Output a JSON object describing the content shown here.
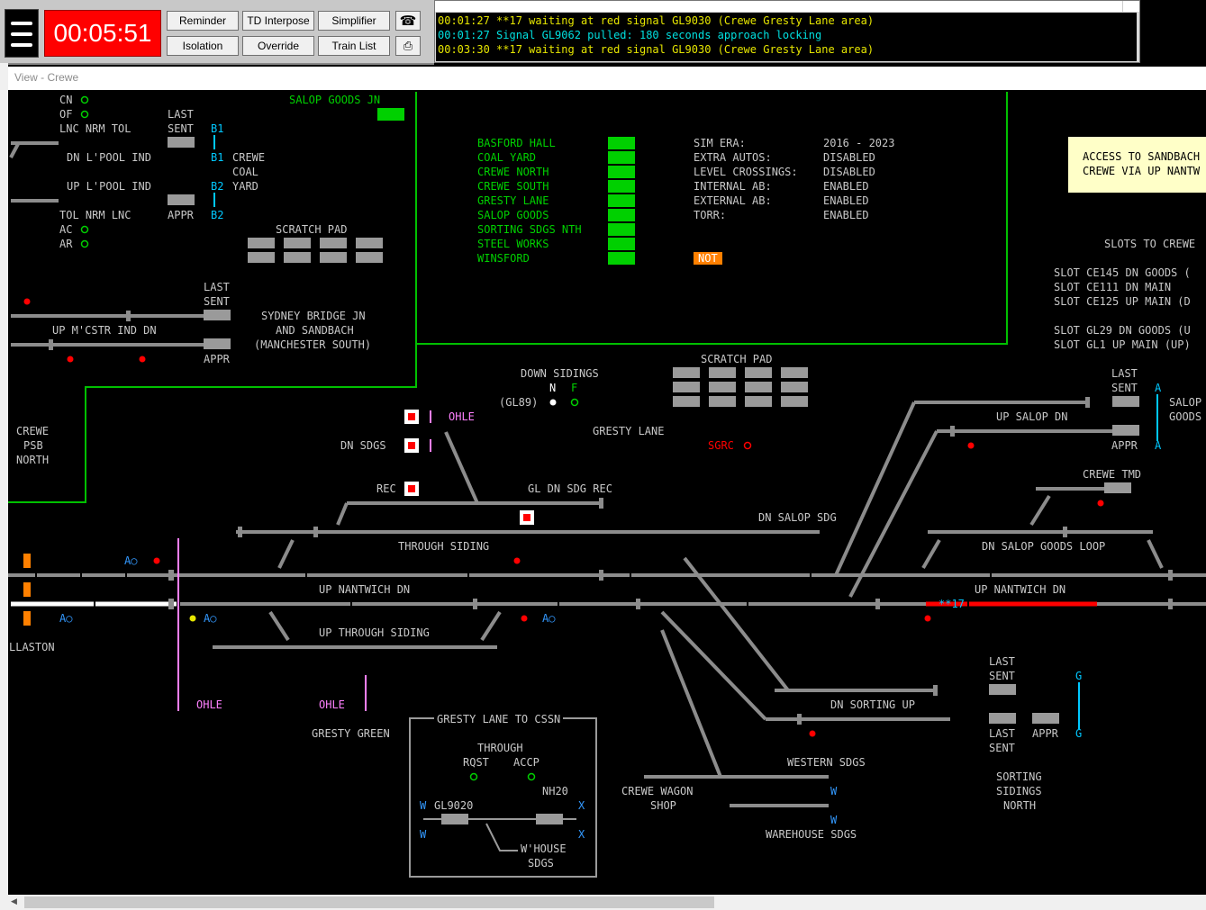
{
  "toolbar": {
    "clock": "00:05:51",
    "buttons": [
      "Reminder",
      "TD Interpose",
      "Simplifier",
      "Isolation",
      "Override",
      "Train List"
    ]
  },
  "messages": [
    {
      "text": "00:01:27 **17 waiting at red signal GL9030 (Crewe Gresty Lane area)",
      "color": "#e6e600"
    },
    {
      "text": "00:01:27 Signal GL9062 pulled: 180 seconds approach locking",
      "color": "#00e0e0"
    },
    {
      "text": "00:03:30 **17 waiting at red signal GL9030 (Crewe Gresty Lane area)",
      "color": "#e6e600"
    }
  ],
  "view": {
    "title": "View - Crewe"
  },
  "panel_left": {
    "cn": "CN",
    "of": "OF",
    "headers": "LNC NRM TOL",
    "last": "LAST",
    "sent": "SENT",
    "b1": "B1",
    "b2": "B2",
    "dn_lpool": "DN L'POOL IND",
    "up_lpool": "UP L'POOL IND",
    "crewe": "CREWE",
    "coal": "COAL",
    "yard": "YARD",
    "tol_nrm_lnc": "TOL NRM LNC",
    "appr": "APPR",
    "ac": "AC",
    "ar": "AR",
    "scratch": "SCRATCH PAD",
    "salop_goods_jn": "SALOP GOODS JN",
    "up_mcstr": "UP M'CSTR IND DN",
    "sydney1": "SYDNEY BRIDGE JN",
    "sydney2": "AND SANDBACH",
    "sydney3": "(MANCHESTER SOUTH)",
    "crewe_psb": [
      "CREWE",
      "PSB",
      "NORTH"
    ]
  },
  "status": {
    "areas": [
      "BASFORD HALL",
      "COAL YARD",
      "CREWE NORTH",
      "CREWE SOUTH",
      "GRESTY LANE",
      "SALOP GOODS",
      "SORTING SDGS NTH",
      "STEEL WORKS",
      "WINSFORD"
    ],
    "rows": [
      {
        "k": "SIM ERA:",
        "v": "2016 - 2023"
      },
      {
        "k": "EXTRA AUTOS:",
        "v": "DISABLED"
      },
      {
        "k": "LEVEL CROSSINGS:",
        "v": "DISABLED"
      },
      {
        "k": "INTERNAL AB:",
        "v": "ENABLED"
      },
      {
        "k": "EXTERNAL AB:",
        "v": "ENABLED"
      },
      {
        "k": "TORR:",
        "v": "ENABLED"
      }
    ],
    "not_badge": "NOT"
  },
  "right_info": {
    "access1": "ACCESS TO SANDBACH",
    "access2": "CREWE VIA UP NANTW",
    "slots_title": "SLOTS TO CREWE",
    "slots": [
      "SLOT CE145 DN GOODS (",
      "SLOT CE111 DN MAIN",
      "SLOT CE125 UP MAIN (D",
      "",
      "SLOT GL29 DN GOODS (U",
      "SLOT GL1 UP MAIN (UP)"
    ]
  },
  "labels": {
    "down_sidings": "DOWN SIDINGS",
    "n": "N",
    "f": "F",
    "gl89": "(GL89)",
    "scratch2": "SCRATCH PAD",
    "gresty_lane": "GRESTY LANE",
    "sgrc": "SGRC",
    "ohle": "OHLE",
    "dn_sdgs": "DN SDGS",
    "rec": "REC",
    "gl_dn_sdg_rec": "GL DN SDG REC",
    "through_siding": "THROUGH SIDING",
    "dn_salop_sdg": "DN SALOP SDG",
    "up_nantwich_dn": "UP NANTWICH DN",
    "up_through_siding": "UP THROUGH SIDING",
    "llaston": "LLASTON",
    "gresty_green": "GRESTY GREEN",
    "up_salop_dn": "UP SALOP DN",
    "salop": "SALOP",
    "goods": "GOODS",
    "a": "A",
    "crewe_tmd": "CREWE TMD",
    "dn_salop_goods_loop": "DN SALOP GOODS LOOP",
    "train_17": "**17",
    "dn_sorting_up": "DN SORTING UP",
    "g": "G",
    "last": "LAST",
    "sent": "SENT",
    "appr": "APPR",
    "western_sdgs": "WESTERN SDGS",
    "warehouse_sdgs": "WAREHOUSE SDGS",
    "crewe_wagon": "CREWE WAGON",
    "shop": "SHOP",
    "sorting": "SORTING",
    "sidings": "SIDINGS",
    "north": "NORTH",
    "cssn_title": "GRESTY LANE TO CSSN",
    "through": "THROUGH",
    "rqst": "RQST",
    "accp": "ACCP",
    "nh20": "NH20",
    "gl9020": "GL9020",
    "w": "W",
    "x": "X",
    "whouse": "W'HOUSE",
    "sdgs": "SDGS",
    "ao": "A○"
  }
}
